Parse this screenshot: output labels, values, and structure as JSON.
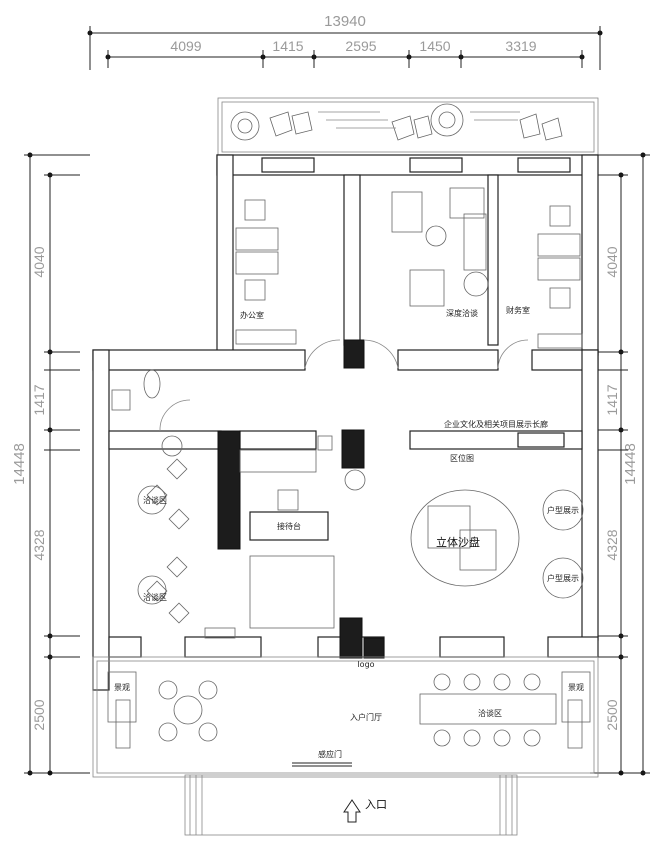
{
  "dimensions": {
    "top_total": "13940",
    "top_segments": [
      "4099",
      "1415",
      "2595",
      "1450",
      "3319"
    ],
    "left_total": "14448",
    "left_segments": [
      "4040",
      "1417",
      "4328",
      "2500"
    ],
    "right_total": "14448",
    "right_segments": [
      "4040",
      "1417",
      "4328",
      "2500"
    ]
  },
  "rooms": {
    "office": "办公室",
    "deep_talk": "深度洽谈",
    "finance": "财务室",
    "culture_hall": "企业文化及相关项目展示长廊",
    "zone_map": "区位图",
    "talk_area_1": "洽谈区",
    "talk_area_2": "洽谈区",
    "reception": "接待台",
    "sand_table": "立体沙盘",
    "unit_display_1": "户型展示",
    "unit_display_2": "户型展示",
    "landscape_left": "景观",
    "landscape_right": "景观",
    "entrance_hall": "入户门厅",
    "talk_area_3": "洽谈区",
    "logo": "logo",
    "sensor_door": "感应门",
    "entrance": "入口"
  },
  "colors": {
    "line": "#222222",
    "dim": "#9a9a9a",
    "solid": "#1c1c1c"
  }
}
